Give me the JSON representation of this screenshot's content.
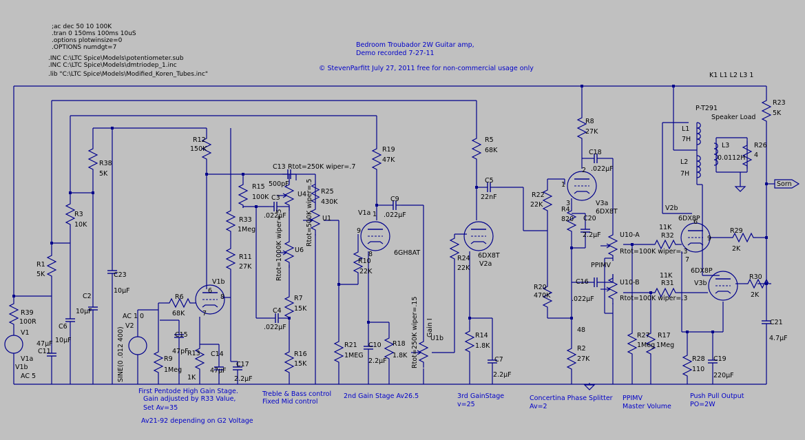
{
  "directives": [
    ";ac dec 50 10 100K",
    ".tran 0 150ms 100ms 10uS",
    ".options plotwinsize=0",
    ".OPTIONS numdgt=7",
    ".INC C:\\LTC Spice\\Models\\potentiometer.sub",
    ".INC C:\\LTC Spice\\Models\\dmtriodep_1.inc",
    ".lib \"C:\\LTC Spice\\Models\\Modified_Koren_Tubes.inc\""
  ],
  "header": {
    "title1": "Bedroom Troubador 2W Guitar amp,",
    "title2": "Demo recorded 7-27-11",
    "copyright": "© StevenParfitt July 27, 2011 free for non-commercial usage only",
    "k_statement": "K1 L1 L2 L3 1"
  },
  "labels": {
    "R39": "R39",
    "R39v": "100R",
    "V1": "V1",
    "V1a": "V1a",
    "V1b": "V1b",
    "V1c": "AC 5",
    "C11": "C11",
    "C11v": "47µF",
    "R1": "R1",
    "R1v": "5K",
    "C6": "C6",
    "C6v": "10µF",
    "R3": "R3",
    "R3v": "10K",
    "C2": "C2",
    "C2v": "10µF",
    "R38": "R38",
    "R38v": "5K",
    "C23": "C23",
    "C23v": "10µF",
    "V2src": "SINE(0 .012 400)",
    "V2ac": "AC 1 0",
    "V2": "V2",
    "R9": "R9",
    "R9v": "1Meg",
    "R6": "R6",
    "R6v": "68K",
    "C15": "C15",
    "C15v": "47pF",
    "R13": "R13",
    "R13v": "1K",
    "C14": "C14",
    "C14v": "47µF",
    "R12": "R12",
    "R12v": "150K",
    "R33": "R33",
    "R33v": "1Meg",
    "R11": "R11",
    "R11v": "27K",
    "C17": "C17",
    "C17v": "2.2µF",
    "R15": "R15",
    "R15v": "100K",
    "C13": "C13",
    "C13v": "500pF",
    "C13rtot": "Rtot=250K wiper=.7",
    "C3": "C3",
    "C3v": ".022µF",
    "U4": "U4",
    "U6": "U6",
    "U1": "U1",
    "U6rtot": "Rtot=1000K wiper=.5",
    "U1rtot": "Rtot=500K wiper=.5",
    "R25": "R25",
    "R25v": "430K",
    "R7": "R7",
    "R7v": "15K",
    "C4": "C4",
    "C4v": ".022µF",
    "R16": "R16",
    "R16v": "15K",
    "R21": "R21",
    "R21v": "1MEG",
    "R19": "R19",
    "R19v": "47K",
    "C9": "C9",
    "C9v": ".022µF",
    "V1a_type": "6GH8AT",
    "R10": "R10",
    "R10v": "22K",
    "C10": "C10",
    "C10v": "2.2µF",
    "R18": "R18",
    "R18v": "1.8K",
    "U1b": "U1b",
    "U1b_rtot": "Rtot=250K wiper=.15",
    "gain": "Gain I",
    "R5": "R5",
    "R5v": "68K",
    "C5": "C5",
    "C5v": "22nF",
    "R24": "R24",
    "R24v": "22K",
    "V2a": "V2a",
    "V2a_type": "6DX8T",
    "R14": "R14",
    "R14v": "1.8K",
    "C7": "C7",
    "C7v": "2.2µF",
    "R8": "R8",
    "R8v": "27K",
    "C18": "C18",
    "C18v": ".022µF",
    "R22": "R22",
    "R22v": "22K",
    "V3a": "V3a",
    "V3a_type": "6DX8T",
    "R4": "R4",
    "R4v": "820",
    "C20": "C20",
    "C20v": "2.2µF",
    "R20": "R20",
    "R20v": "470K",
    "C16": "C16",
    "C16v": ".022µF",
    "R2": "R2",
    "R2v": "27K",
    "n48": "48",
    "U10A": "U10-A",
    "U10A_rtot": "Rtot=100K wiper=.3",
    "U10B": "U10-B",
    "U10B_rtot": "Rtot=100K wiper=.3",
    "ppimv": "PPIMV",
    "R32": "R32",
    "R32v": "11K",
    "R31": "R31",
    "R31v": "11K",
    "R27": "R27",
    "R27v": "1Meg",
    "R17": "R17",
    "R17v": "1Meg",
    "V2b": "V2b",
    "V2b_type": "6DX8P",
    "V3b": "V3b",
    "V3b_type": "6DX8P",
    "R29": "R29",
    "R29v": "2K",
    "R30": "R30",
    "R30v": "2K",
    "R28": "R28",
    "R28v": "110",
    "C19": "C19",
    "C19v": "220µF",
    "PT291": "P-T291",
    "L1": "L1",
    "L1v": "7H",
    "L2": "L2",
    "L2v": "7H",
    "L3": "L3",
    "L3v": "0.0112H",
    "R26": "R26",
    "R26v": "4",
    "speaker": "Speaker Load",
    "R23": "R23",
    "R23v": "5K",
    "C21": "C21",
    "C21v": "4.7µF",
    "sorn": "Sorn",
    "pin1": "1",
    "pin2": "2",
    "pin3": "3",
    "pin6": "6",
    "pin7": "7",
    "pin8": "8",
    "pin9": "9"
  },
  "notes": {
    "first1": "First Pentode High Gain Stage.",
    "first2": "Gain adjusted by R33 Value,",
    "first3": "Set Av=35",
    "first4": "Av21-92 depending on G2 Voltage",
    "treble1": "Treble & Bass control",
    "treble2": "Fixed Mid control",
    "second": "2nd Gain Stage Av26.5",
    "third1": "3rd GainStage",
    "third2": "v=25",
    "conc1": "Concertina Phase Splitter",
    "conc2": "Av=2",
    "ppimv1": "PPIMV",
    "ppimv2": "Master Volume",
    "push1": "Push Pull Output",
    "push2": "PO=2W"
  },
  "colors": {
    "background": "#c0c0c0",
    "wire": "#00008b",
    "text": "#000000",
    "header_text": "#0000c8"
  }
}
